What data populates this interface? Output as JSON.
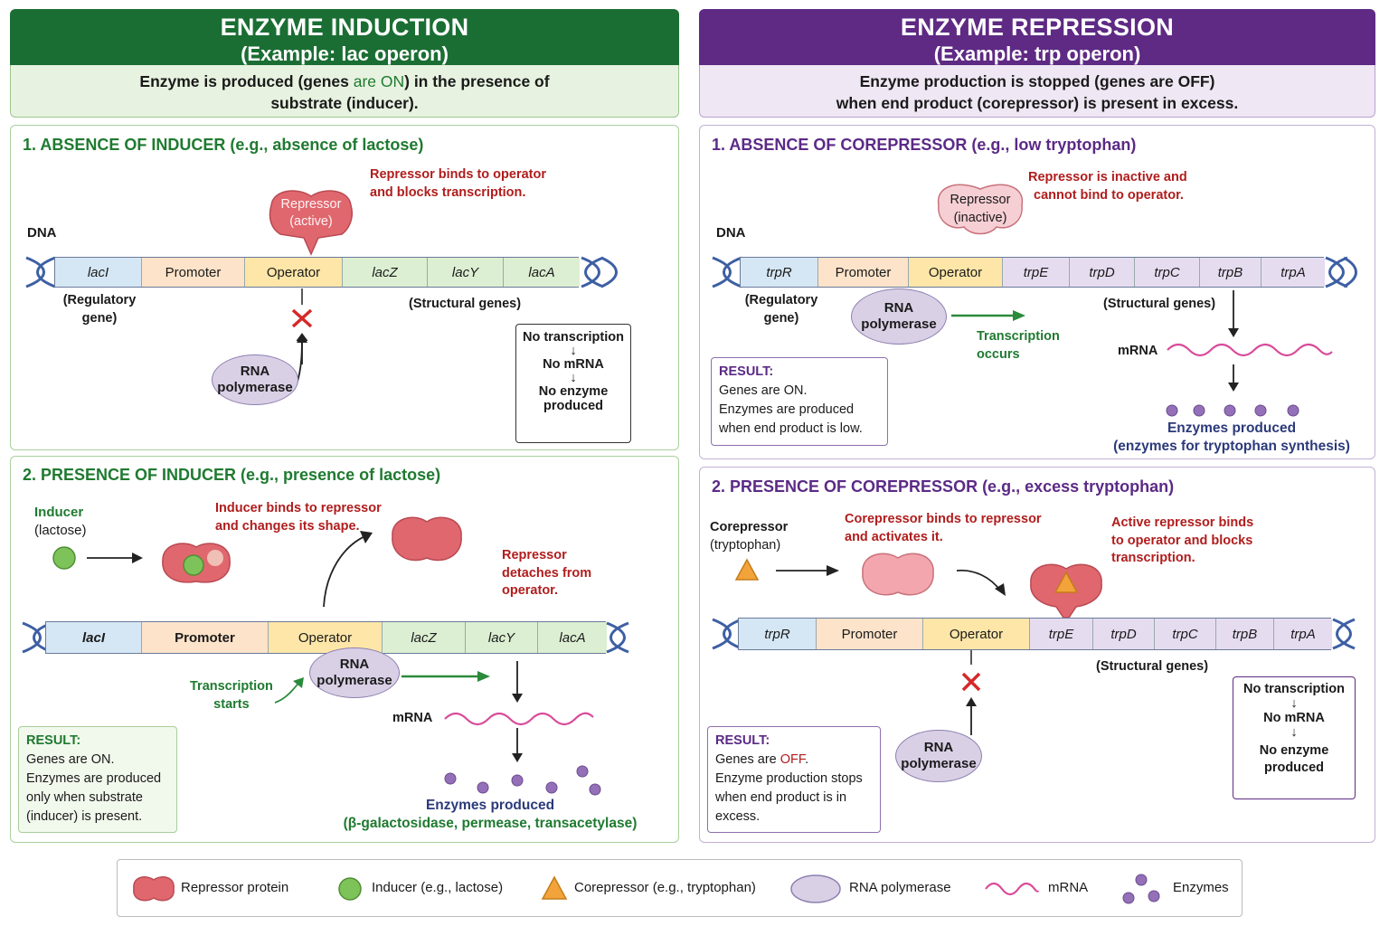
{
  "colors": {
    "induction_header": "#1b6e33",
    "repression_header": "#5e2a84",
    "induction_sub_bg": "#e7f3e0",
    "repression_sub_bg": "#efe7f3",
    "repressor": "#e0676e",
    "inducer": "#7dc35a",
    "corepressor": "#f2a43a",
    "rna_polymerase": "#d9d0e6",
    "mrna": "#d94b9a",
    "enzyme": "#9470b8",
    "block_x": "#d62828"
  },
  "induction": {
    "title": "ENZYME INDUCTION",
    "example": "(Example: lac operon)",
    "summary_a": "Enzyme is produced (genes ",
    "summary_on": "are ON",
    "summary_b": ") in the presence of",
    "summary_line2": "substrate (inducer).",
    "panel1": {
      "title": "1. ABSENCE OF INDUCER (e.g., absence of lactose)",
      "dna_label": "DNA",
      "note_line1": "Repressor binds to operator",
      "note_line2": "and blocks transcription.",
      "repressor_line1": "Repressor",
      "repressor_line2": "(active)",
      "genes": [
        "lacI",
        "Promoter",
        "Operator",
        "lacZ",
        "lacY",
        "lacA"
      ],
      "regulatory_line1": "(Regulatory",
      "regulatory_line2": "gene)",
      "structural": "(Structural genes)",
      "rnap_line1": "RNA",
      "rnap_line2": "polymerase",
      "box": [
        "No transcription",
        "No mRNA",
        "No enzyme",
        "produced"
      ]
    },
    "panel2": {
      "title": "2. PRESENCE OF INDUCER (e.g., presence of lactose)",
      "inducer_line1": "Inducer",
      "inducer_line2": "(lactose)",
      "note_line1": "Inducer binds to repressor",
      "note_line2": "and changes its shape.",
      "detach_line1": "Repressor",
      "detach_line2": "detaches from",
      "detach_line3": "operator.",
      "genes": [
        "lacI",
        "Promoter",
        "Operator",
        "lacZ",
        "lacY",
        "lacA"
      ],
      "rnap_line1": "RNA",
      "rnap_line2": "polymerase",
      "starts_line1": "Transcription",
      "starts_line2": "starts",
      "mrna": "mRNA",
      "result_title": "RESULT:",
      "result_lines": [
        "Genes are ON.",
        "Enzymes are produced",
        "only when substrate",
        "(inducer) is present."
      ],
      "enzymes_line1": "Enzymes produced",
      "enzymes_line2": "(β-galactosidase, permease, transacetylase)"
    }
  },
  "repression": {
    "title": "ENZYME REPRESSION",
    "example": "(Example: trp operon)",
    "summary_a": "Enzyme production is stopped (genes are OFF)",
    "summary_line2": "when end product (corepressor) is present in excess.",
    "panel1": {
      "title": "1. ABSENCE OF COREPRESSOR (e.g., low tryptophan)",
      "dna_label": "DNA",
      "note_line1": "Repressor is inactive and",
      "note_line2": "cannot bind to operator.",
      "repressor_line1": "Repressor",
      "repressor_line2": "(inactive)",
      "genes": [
        "trpR",
        "Promoter",
        "Operator",
        "trpE",
        "trpD",
        "trpC",
        "trpB",
        "trpA"
      ],
      "regulatory_line1": "(Regulatory",
      "regulatory_line2": "gene)",
      "structural": "(Structural genes)",
      "rnap_line1": "RNA",
      "rnap_line2": "polymerase",
      "occurs_line1": "Transcription",
      "occurs_line2": "occurs",
      "mrna": "mRNA",
      "result_title": "RESULT:",
      "result_lines": [
        "Genes are ON.",
        "Enzymes are produced",
        "when end product is low."
      ],
      "enzymes_line1": "Enzymes produced",
      "enzymes_line2": "(enzymes for tryptophan synthesis)"
    },
    "panel2": {
      "title": "2. PRESENCE OF COREPRESSOR (e.g., excess tryptophan)",
      "corep_line1": "Corepressor",
      "corep_line2": "(tryptophan)",
      "note_line1": "Corepressor binds to repressor",
      "note_line2": "and activates it.",
      "active_line1": "Active repressor binds",
      "active_line2": "to operator and blocks",
      "active_line3": "transcription.",
      "genes": [
        "trpR",
        "Promoter",
        "Operator",
        "trpE",
        "trpD",
        "trpC",
        "trpB",
        "trpA"
      ],
      "structural": "(Structural genes)",
      "rnap_line1": "RNA",
      "rnap_line2": "polymerase",
      "result_title": "RESULT:",
      "result_on_a": "Genes are ",
      "result_off": "OFF",
      "result_on_b": ".",
      "result_lines": [
        "Enzyme production stops",
        "when end product is in",
        "excess."
      ],
      "box": [
        "No transcription",
        "No mRNA",
        "No enzyme",
        "produced"
      ]
    }
  },
  "legend": {
    "repressor": "Repressor protein",
    "inducer": "Inducer (e.g., lactose)",
    "corepressor": "Corepressor (e.g., tryptophan)",
    "rnap": "RNA polymerase",
    "mrna": "mRNA",
    "enzymes": "Enzymes"
  }
}
